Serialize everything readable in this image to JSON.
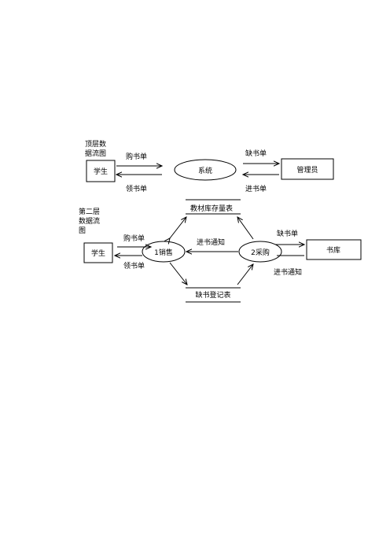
{
  "top_level": {
    "title_line1": "顶层数",
    "title_line2": "据流图",
    "student": "学生",
    "system": "系统",
    "admin": "管理员",
    "buy_order": "购书单",
    "receive_order": "领书单",
    "shortage_order": "缺书单",
    "purchase_order": "进书单"
  },
  "level_two": {
    "title_line1": "第二层",
    "title_line2": "数据流",
    "title_line3": "图",
    "student": "学生",
    "sales": "1销售",
    "purchase": "2采购",
    "bookstore": "书库",
    "inventory_store": "教材库存量表",
    "shortage_register": "缺书登记表",
    "buy_order": "购书单",
    "receive_order": "领书单",
    "purchase_notice": "进书通知",
    "shortage_order": "缺书单",
    "purchase_notice_2": "进书通知"
  }
}
